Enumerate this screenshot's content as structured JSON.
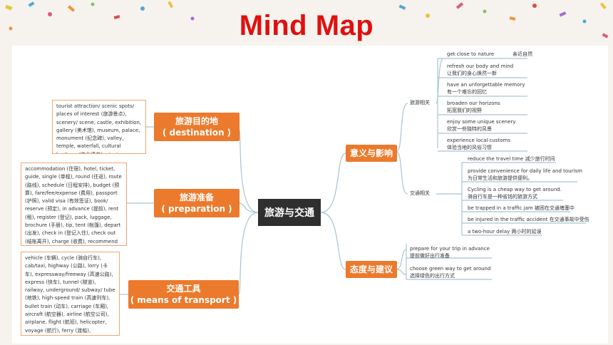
{
  "title": "Mind Map",
  "center": "旅游与交通",
  "left": [
    {
      "label": "旅游目的地",
      "sub": "( destination )",
      "note": "tourist attraction/ scenic spots/ places of interest (旅游景点), scenery/ scene, castle, exhibition, gallery (美术馆), museum, palace, monument (纪念碑), valley, temple, waterfall, cultural heritage (文化遗产), picnic, camp, tour-tourist-tourism, etc."
    },
    {
      "label": "旅游准备",
      "sub": "( preparation )",
      "note": "accommodation (住宿), hotel, ticket, guide, single (单程), round (往返), route (路线), schedule (日程安排), budget (预算), fare/fee/expense (费用), passport (护照), valid visa (有效签证), book/ reserve (预定), in advance (提前), rent (租), register (登记), pack, luggage, brochure (手册), tip, tent (帐篷), depart (出发), check in (登记入住), check out (结账离开), charge (收费), recommend (推荐), souvenir (纪念品), snack (小吃), equipment (设备), etc."
    },
    {
      "label": "交通工具",
      "sub": "( means of transport )",
      "note": "vehicle (车辆), cycle (骑自行车), cab/taxi, highway (公路), lorry (卡车), expressway/freeway (高速公路), express (快车), tunnel (隧道), railway, underground/ subway/ tube (地铁), high-speed train (高速列车), bullet train (动车), carriage (车厢), aircraft (航空器), airline (航空公司), airplane, flight (航班), helicopter, voyage (航行), ferry (渡船), port/harbour (港口), land (着陆), sail (乘船航行), take off (起飞), etc."
    }
  ],
  "right": [
    {
      "label": "意义与影响",
      "groups": [
        {
          "label": "旅游相关",
          "items": [
            {
              "en": "get close to nature",
              "zh": "亲近自然"
            },
            {
              "en": "refresh our body and mind",
              "zh": "让我们的身心焕然一新"
            },
            {
              "en": "have an unforgettable memory",
              "zh": "有一个难忘的回忆"
            },
            {
              "en": "broaden our horizons",
              "zh": "拓宽我们的视野"
            },
            {
              "en": "enjoy some unique scenery",
              "zh": "欣赏一些独特的风景"
            },
            {
              "en": "experience local customs",
              "zh": "体验当地的风俗习惯"
            }
          ]
        },
        {
          "label": "交通相关",
          "items": [
            {
              "en": "reduce the travel time",
              "zh": "减少旅行时间"
            },
            {
              "en": "provide convenience for daily life and tourism",
              "zh": "为日常生活和旅游提供便利。"
            },
            {
              "en": "Cycling is a cheap way to get around.",
              "zh": "骑自行车是一种省钱的旅游方式"
            },
            {
              "en": "be trapped in a traffic jam",
              "zh": "被困在交通堵塞中"
            },
            {
              "en": "be injured in the traffic accident",
              "zh": "在交通事故中受伤"
            },
            {
              "en": "a two-hour delay",
              "zh": "两小时的延误"
            }
          ]
        }
      ]
    },
    {
      "label": "态度与建议",
      "items": [
        {
          "en": "prepare for your trip in advance",
          "zh": "提前做好出行准备"
        },
        {
          "en": "choose green way to get around",
          "zh": "选择绿色的出行方式"
        }
      ]
    }
  ],
  "colors": {
    "accent": "#ec7a2c",
    "center": "#2f2f2f",
    "title": "#e01010",
    "line": "#a9c4cf"
  }
}
